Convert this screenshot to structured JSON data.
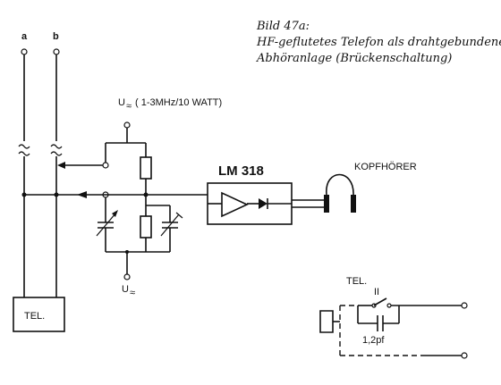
{
  "caption": {
    "line1": "Bild 47a:",
    "line2": "HF-geflutetes Telefon als drahtgebundene",
    "line3": "Abhöranlage (Brückenschaltung)"
  },
  "terminals": {
    "a": "a",
    "b": "b"
  },
  "source_top": {
    "symbol": "U",
    "sub": "≈",
    "spec": "( 1-3MHz/10 WATT)"
  },
  "source_bottom": {
    "symbol": "U",
    "sub": "≈"
  },
  "amplifier": {
    "label": "LM 318"
  },
  "headphone": {
    "label": "KOPFHÖRER"
  },
  "telephone": {
    "label": "TEL."
  },
  "inset": {
    "label": "TEL.",
    "switch_label": "II",
    "capacitor_label": "1,2pf"
  }
}
